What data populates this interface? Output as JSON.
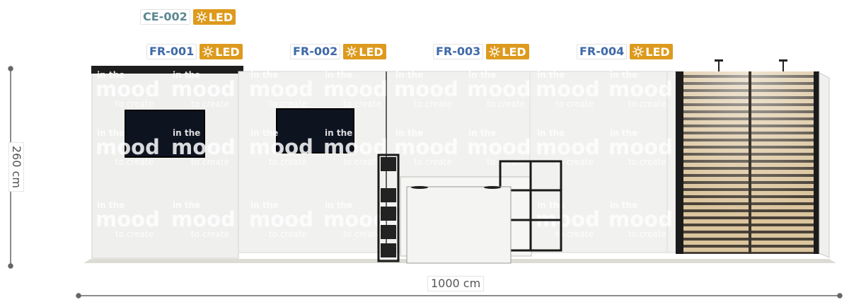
{
  "colors": {
    "code_blue": "#3f6aa8",
    "code_teal": "#5c8890",
    "led_orange": "#dd9a1d",
    "wall": "#efefed",
    "watermark": "#ffffff",
    "dark": "#1b1b1b",
    "floor": "#deddd6",
    "wood": "#d8c29a"
  },
  "tags": [
    {
      "id": "ce-002",
      "code": "CE-002",
      "led": "LED",
      "color": "code_teal",
      "icon": "sun-icon"
    },
    {
      "id": "fr-001",
      "code": "FR-001",
      "led": "LED",
      "color": "code_blue",
      "icon": "sun-icon"
    },
    {
      "id": "fr-002",
      "code": "FR-002",
      "led": "LED",
      "color": "code_blue",
      "icon": "sun-icon"
    },
    {
      "id": "fr-003",
      "code": "FR-003",
      "led": "LED",
      "color": "code_blue",
      "icon": "sun-icon"
    },
    {
      "id": "fr-004",
      "code": "FR-004",
      "led": "LED",
      "color": "code_blue",
      "icon": "sun-icon"
    }
  ],
  "dimensions": {
    "height": "260 cm",
    "width": "1000 cm"
  },
  "watermark": {
    "line1": "in the",
    "line2": "mood",
    "line3": "to create"
  }
}
